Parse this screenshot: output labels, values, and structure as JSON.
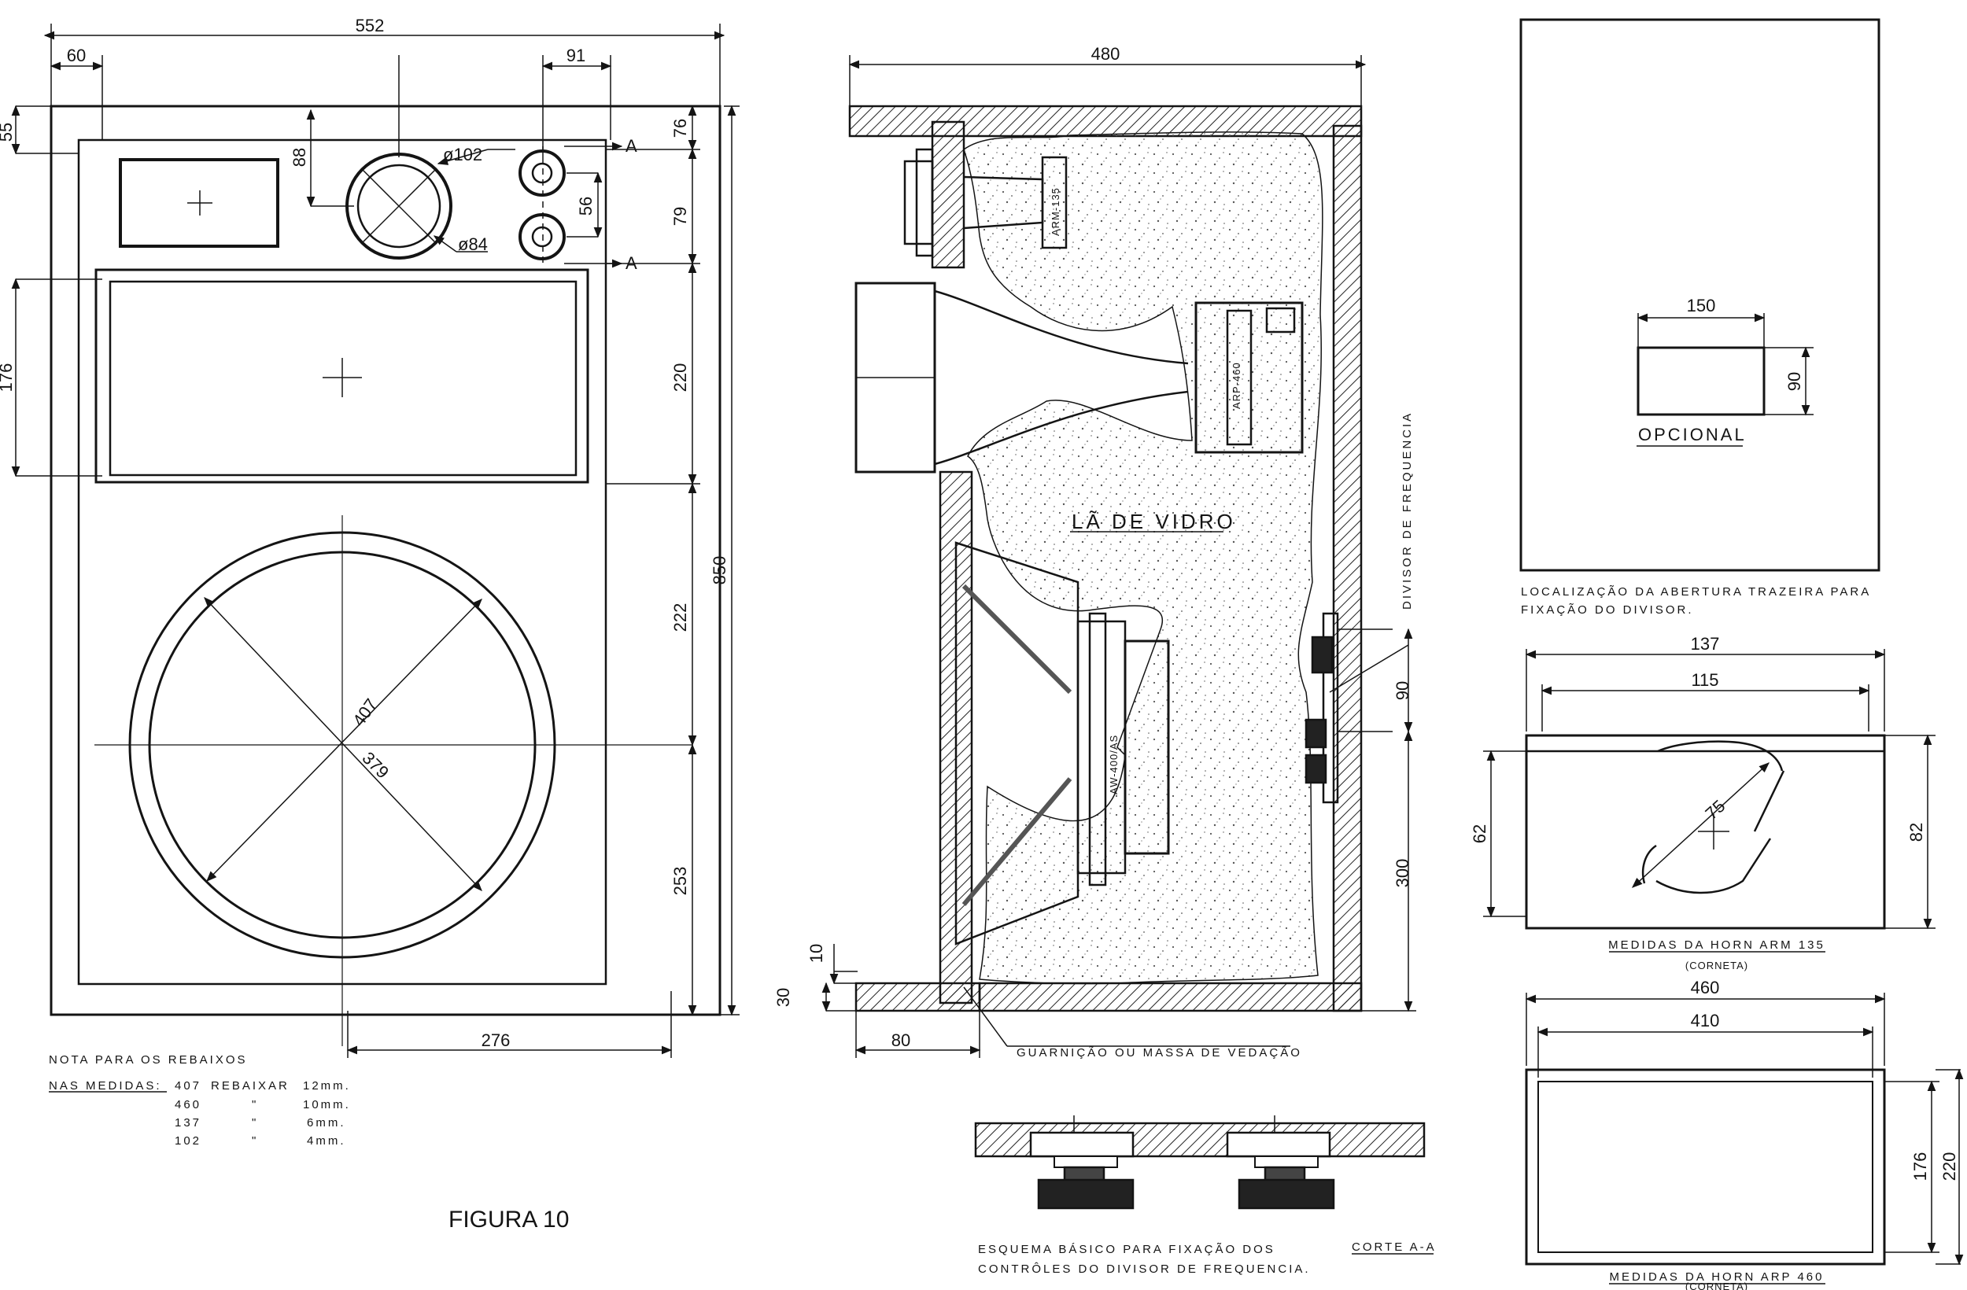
{
  "figure_title": "FIGURA 10",
  "front_view": {
    "dims": {
      "overall_width": "552",
      "left_margin": "60",
      "right_margin": "91",
      "bottom_right": "276",
      "top_left": "55",
      "left_176": "176",
      "horn_height_88": "88",
      "tw_pitch_56": "56",
      "right_76": "76",
      "right_79": "79",
      "right_220": "220",
      "right_222": "222",
      "right_253": "253",
      "overall_height": "850",
      "dia_102": "ø102",
      "dia_84": "ø84",
      "dia_407": "407",
      "dia_379": "379",
      "section_mark": "A"
    }
  },
  "notes": {
    "title": "NOTA PARA OS REBAIXOS",
    "lead": "NAS MEDIDAS:",
    "rows": [
      {
        "size": "407",
        "word": "REBAIXAR",
        "depth": "12mm."
      },
      {
        "size": "460",
        "word": "\"",
        "depth": "10mm."
      },
      {
        "size": "137",
        "word": "\"",
        "depth": "6mm."
      },
      {
        "size": "102",
        "word": "\"",
        "depth": "4mm."
      }
    ]
  },
  "side_section": {
    "dims": {
      "depth_480": "480",
      "dim_10": "10",
      "dim_30": "30",
      "dim_80": "80",
      "dim_90": "90",
      "dim_300": "300"
    },
    "labels": {
      "fill": "LÃ DE VIDRO",
      "crossover": "DIVISOR DE FREQUENCIA",
      "seal": "GUARNIÇÃO OU MASSA DE VEDAÇÃO",
      "tweeter": "ARM-135",
      "mid": "ARP-460",
      "woofer": "AW-400/AS"
    }
  },
  "detail_aa": {
    "caption_line1": "ESQUEMA BÁSICO PARA FIXAÇÃO DOS",
    "caption_line2": "CONTRÔLES DO DIVISOR DE FREQUENCIA.",
    "title": "CORTE A-A"
  },
  "rear_panel": {
    "dim_w": "150",
    "dim_h": "90",
    "optional": "OPCIONAL",
    "caption_line1": "LOCALIZAÇÃO DA ABERTURA TRAZEIRA PARA",
    "caption_line2": "FIXAÇÃO DO DIVISOR."
  },
  "horn_arm135": {
    "dim_outer": "137",
    "dim_inner": "115",
    "dim_left": "62",
    "dim_right": "82",
    "dim_radius": "75",
    "caption": "MEDIDAS DA HORN ARM 135",
    "sub": "(CORNETA)"
  },
  "horn_arp460": {
    "dim_outer": "460",
    "dim_inner": "410",
    "dim_left": "176",
    "dim_right": "220",
    "caption": "MEDIDAS DA HORN ARP 460",
    "sub": "(CORNETA)"
  }
}
